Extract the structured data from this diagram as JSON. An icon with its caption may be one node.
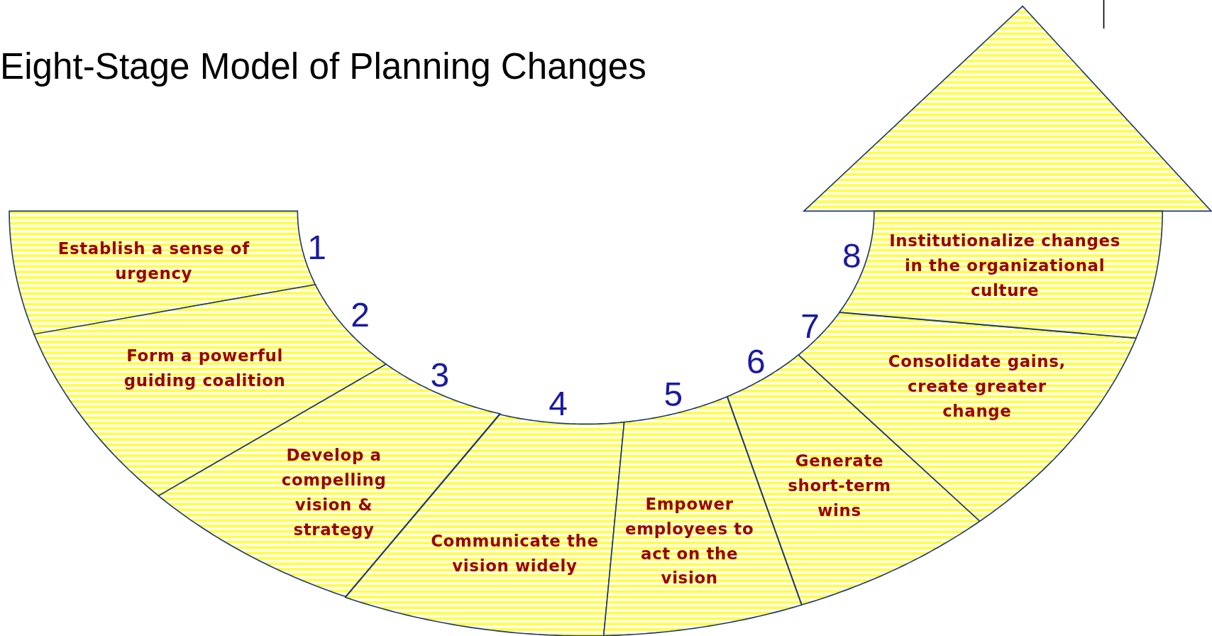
{
  "diagram": {
    "title": "Eight-Stage Model of Planning Changes",
    "nodes": [
      {
        "text": [
          "Establish a sense of urgency"
        ],
        "beside": [
          "1"
        ]
      },
      {
        "text": [
          "Form a powerful guiding coalition"
        ],
        "beside": [
          "2"
        ]
      },
      {
        "text": [
          "Develop a compelling vision & strategy"
        ],
        "beside": [
          "3"
        ]
      },
      {
        "text": [
          "Communicate the vision widely"
        ],
        "beside": [
          "4"
        ]
      },
      {
        "text": [
          "Empower employees to act on the vision"
        ],
        "beside": [
          "5"
        ]
      },
      {
        "text": [
          "Generate short-term wins"
        ],
        "beside": [
          "6"
        ]
      },
      {
        "text": [
          "Consolidate gains, create greater change"
        ],
        "beside": [
          "7"
        ]
      },
      {
        "text": [
          "Institutionalize changes in the organizational culture"
        ],
        "beside": [
          "8"
        ]
      }
    ]
  }
}
